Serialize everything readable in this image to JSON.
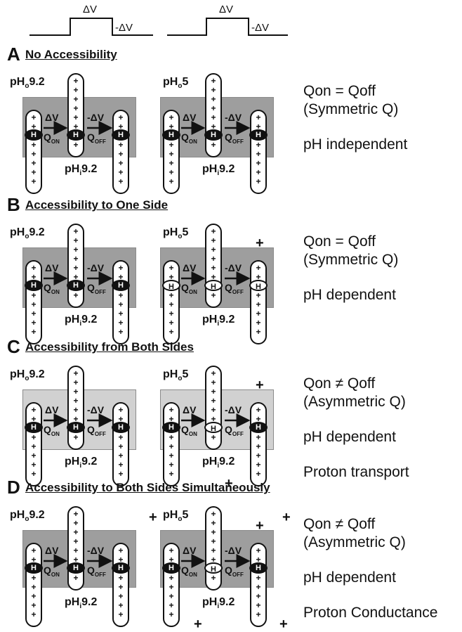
{
  "pulse": {
    "dv": "ΔV",
    "neg_dv": "-ΔV"
  },
  "common": {
    "H": "H",
    "dv": "ΔV",
    "neg_dv": "-ΔV",
    "q": "Q",
    "on": "ON",
    "off": "OFF",
    "plus": "+"
  },
  "panels": [
    {
      "letter": "A",
      "title": "No Accessibility",
      "ph_o_left_base": "pH",
      "ph_o_left_sub": "o",
      "ph_o_left_val": "9.2",
      "ph_o_right_base": "pH",
      "ph_o_right_sub": "o",
      "ph_o_right_val": "5",
      "ph_i_base": "pH",
      "ph_i_sub": "i",
      "ph_i_val": "9.2",
      "side": [
        "Qon = Qoff",
        "(Symmetric Q)",
        "pH independent"
      ]
    },
    {
      "letter": "B",
      "title": "Accessibility to One Side",
      "ph_o_left_base": "pH",
      "ph_o_left_sub": "o",
      "ph_o_left_val": "9.2",
      "ph_o_right_base": "pH",
      "ph_o_right_sub": "o",
      "ph_o_right_val": "5",
      "ph_i_base": "pH",
      "ph_i_sub": "i",
      "ph_i_val": "9.2",
      "side": [
        "Qon = Qoff",
        "(Symmetric Q)",
        "pH dependent"
      ]
    },
    {
      "letter": "C",
      "title": "Accessibility from Both Sides",
      "ph_o_left_base": "pH",
      "ph_o_left_sub": "o",
      "ph_o_left_val": "9.2",
      "ph_o_right_base": "pH",
      "ph_o_right_sub": "o",
      "ph_o_right_val": "5",
      "ph_i_base": "pH",
      "ph_i_sub": "i",
      "ph_i_val": "9.2",
      "side": [
        "Qon ≠ Qoff",
        "(Asymmetric Q)",
        "pH dependent",
        "Proton transport"
      ]
    },
    {
      "letter": "D",
      "title": "Accessibility to Both Sides Simultaneously",
      "ph_o_left_base": "pH",
      "ph_o_left_sub": "o",
      "ph_o_left_val": "9.2",
      "ph_o_right_base": "pH",
      "ph_o_right_sub": "o",
      "ph_o_right_val": "5",
      "ph_i_base": "pH",
      "ph_i_sub": "i",
      "ph_i_val": "9.2",
      "side": [
        "Qon ≠ Qoff",
        "(Asymmetric Q)",
        "pH dependent",
        "Proton Conductance"
      ]
    }
  ]
}
